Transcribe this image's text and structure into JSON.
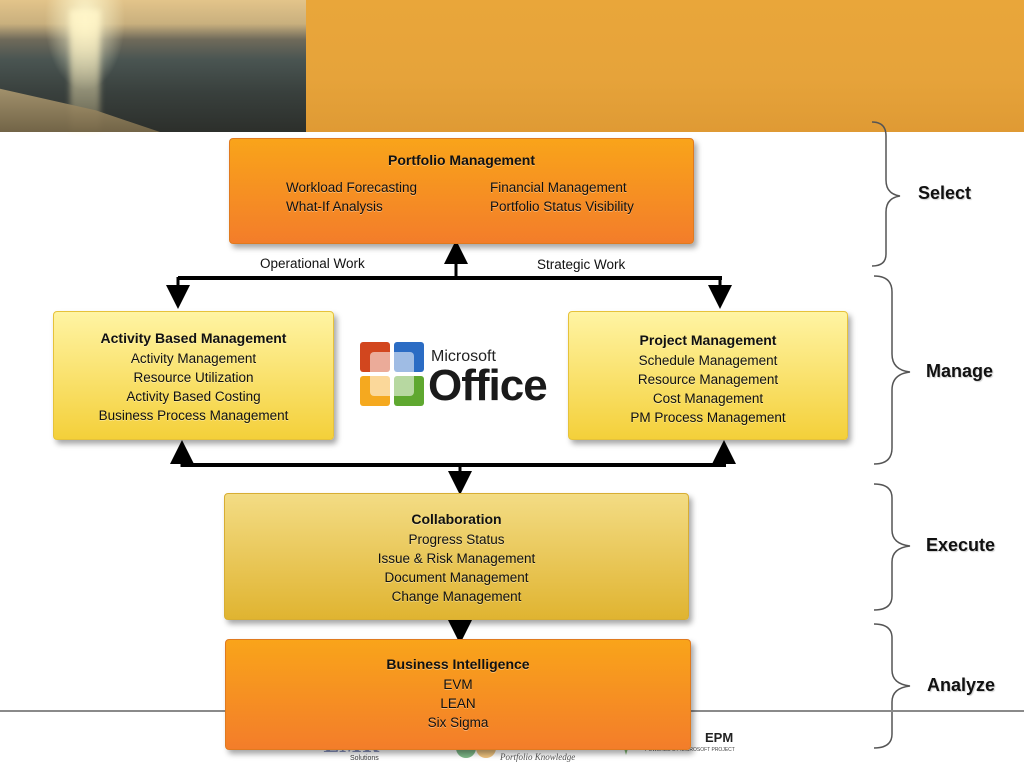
{
  "portfolio": {
    "title": "Portfolio Management",
    "left": [
      "Workload Forecasting",
      "What-If Analysis"
    ],
    "right": [
      "Financial Management",
      "Portfolio Status Visibility"
    ]
  },
  "flow_labels": {
    "operational": "Operational Work",
    "strategic": "Strategic Work"
  },
  "activity_based": {
    "title": "Activity Based Management",
    "items": [
      "Activity Management",
      "Resource Utilization",
      "Activity Based Costing",
      "Business Process Management"
    ]
  },
  "project": {
    "title": "Project Management",
    "items": [
      "Schedule Management",
      "Resource Management",
      "Cost Management",
      "PM Process Management"
    ]
  },
  "office": {
    "microsoft": "Microsoft",
    "office": "Office"
  },
  "collaboration": {
    "title": "Collaboration",
    "items": [
      "Progress Status",
      "Issue & Risk Management",
      "Document Management",
      "Change Management"
    ]
  },
  "business_intelligence": {
    "title": "Business Intelligence",
    "items": [
      "EVM",
      "LEAN",
      "Six Sigma"
    ]
  },
  "phases": [
    "Select",
    "Manage",
    "Execute",
    "Analyze"
  ],
  "footer": {
    "logo1": "Solutions",
    "logo2": "Portfolio Knowledge",
    "logo3": "EPM",
    "logo3_sub": "POWERED BY MICROSOFT PROJECT"
  },
  "colors": {
    "orange_top": "#f9a41a",
    "orange_bottom": "#f37d2a",
    "yellow_top": "#fff4a3",
    "yellow_bottom": "#f4d03a",
    "header": "#e9a63a"
  }
}
